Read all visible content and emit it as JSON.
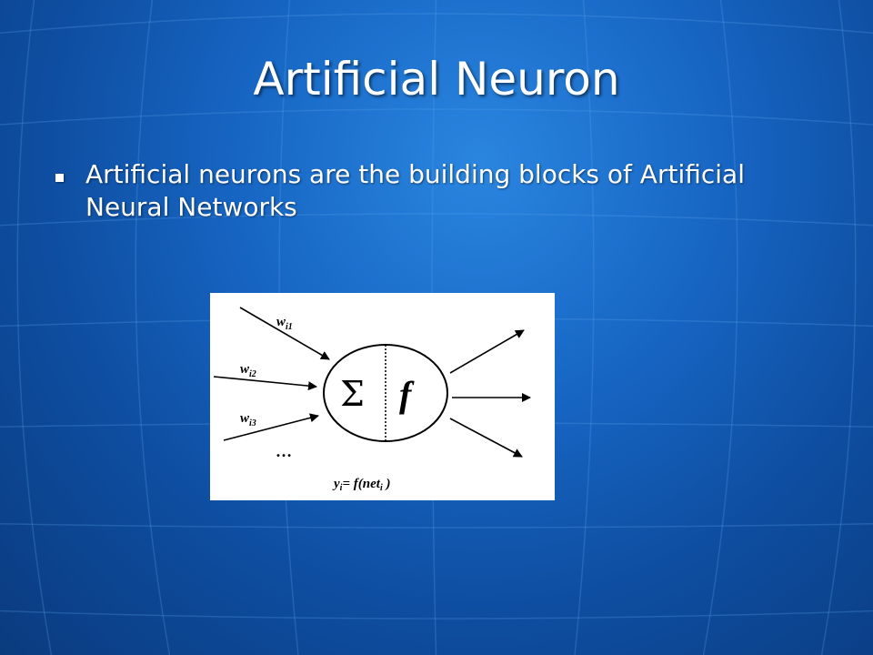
{
  "slide": {
    "title": "Artificial Neuron",
    "bullets": [
      "Artificial neurons are the building blocks of Artificial Neural Networks"
    ]
  },
  "diagram": {
    "weights": [
      {
        "base": "w",
        "sub": "i1"
      },
      {
        "base": "w",
        "sub": "i2"
      },
      {
        "base": "w",
        "sub": "i3"
      }
    ],
    "ellipsis": "…",
    "sum_symbol": "Σ",
    "activation_symbol": "f",
    "formula": {
      "y": "y",
      "y_sub": "i",
      "equals": "= ",
      "func": "f(net",
      "net_sub": "i",
      "close": " )"
    }
  },
  "colors": {
    "background": "#1766c4",
    "text": "#ffffff",
    "figure_bg": "#ffffff",
    "ink": "#000000"
  }
}
